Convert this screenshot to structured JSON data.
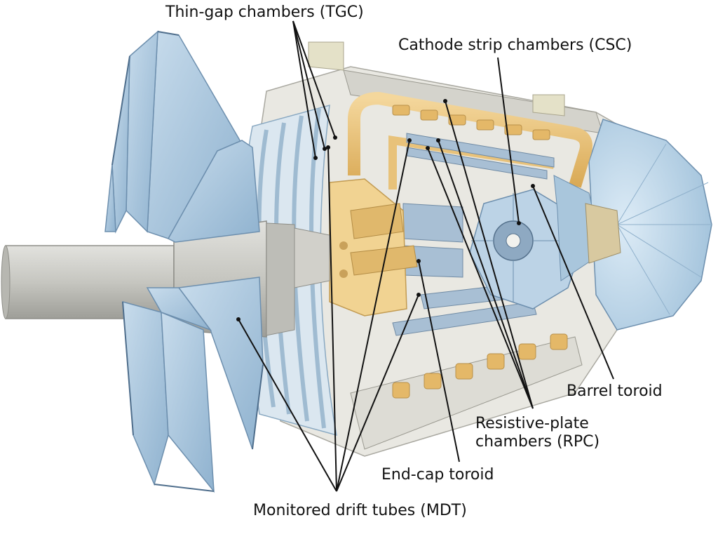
{
  "labels": {
    "tgc": "Thin-gap chambers (TGC)",
    "csc": "Cathode strip chambers (CSC)",
    "barrel_toroid": "Barrel toroid",
    "rpc_line1": "Resistive-plate",
    "rpc_line2": "chambers (RPC)",
    "endcap_toroid": "End-cap toroid",
    "mdt": "Monitored drift tubes (MDT)"
  },
  "colors": {
    "chamber_blue": "#a9c6dc",
    "chamber_edge": "#6d8fae",
    "toroid_gold": "#e8c27a",
    "structure_grey": "#cfcfc8",
    "beampipe_grey": "#c9c9c4",
    "leader_line": "#111111"
  }
}
